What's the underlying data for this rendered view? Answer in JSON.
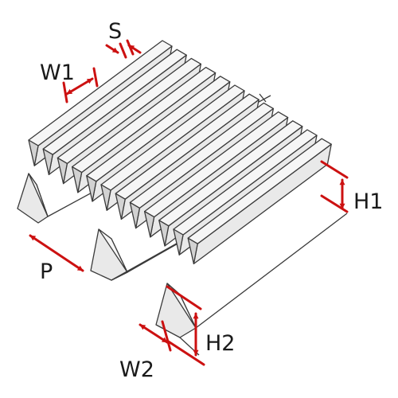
{
  "labels": {
    "s": "S",
    "w1": "W1",
    "h1": "H1",
    "p": "P",
    "w2": "W2",
    "h2": "H2"
  },
  "colors": {
    "outline": "#3a3a3a",
    "face_light": "#f6f6f6",
    "face_mid": "#e9e9e9",
    "face_dark": "#d2d2d2",
    "dimension": "#cc1111"
  },
  "profile_wire_count": 12
}
